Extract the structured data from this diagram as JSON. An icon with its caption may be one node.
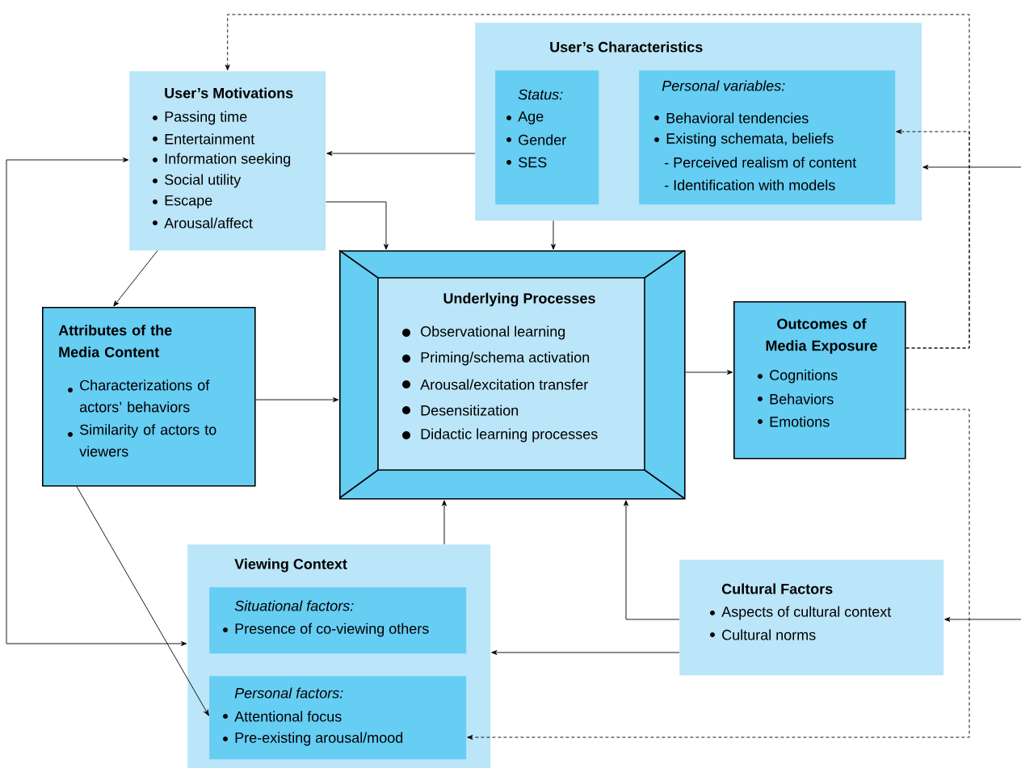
{
  "diagram": {
    "nodes": [
      {
        "text": [
          "User’s Motivations",
          "Passing time",
          "Entertainment",
          "Information seeking",
          "Social utility",
          "Escape",
          "Arousal/affect"
        ]
      },
      {
        "text": [
          "User’s Characteristics"
        ]
      },
      {
        "text": [
          "Status:",
          "Age",
          "Gender",
          "SES"
        ],
        "in": 1
      },
      {
        "text": [
          "Personal variables:",
          "Behavioral tendencies",
          "Existing schemata, beliefs",
          "- Perceived realism of content",
          "- Identification with models"
        ],
        "in": 1
      },
      {
        "text": [
          "Attributes of the Media Content",
          "Characterizations of actors’ behaviors",
          "Similarity of actors to viewers"
        ]
      },
      {
        "text": [
          "Underlying Processes",
          "Observational learning",
          "Priming/schema activation",
          "Arousal/excitation transfer",
          "Desensitization",
          "Didactic learning processes"
        ]
      },
      {
        "text": [
          "Outcomes of Media Exposure",
          "Cognitions",
          "Behaviors",
          "Emotions"
        ]
      },
      {
        "text": [
          "Viewing Context"
        ]
      },
      {
        "text": [
          "Situational factors:",
          "Presence of co-viewing others"
        ],
        "in": 7
      },
      {
        "text": [
          "Personal factors:",
          "Attentional focus",
          "Pre-existing arousal/mood"
        ],
        "in": 7
      },
      {
        "text": [
          "Cultural Factors",
          "Aspects of cultural context",
          "Cultural norms"
        ]
      }
    ],
    "edges": [
      {
        "from": 6,
        "to": 0,
        "arrow": "to",
        "style": "dashed"
      },
      {
        "from": 6,
        "to": 3,
        "arrow": "to",
        "style": "dashed"
      },
      {
        "from": 6,
        "to": 9,
        "arrow": "to",
        "style": "dashed"
      },
      {
        "from": null,
        "to": 1,
        "arrow": "to"
      },
      {
        "from": null,
        "to": 10,
        "arrow": "to"
      },
      {
        "from": 1,
        "to": 0,
        "arrow": "to"
      },
      {
        "from": 1,
        "to": 5,
        "arrow": "to"
      },
      {
        "from": 0,
        "to": 5,
        "arrow": "to"
      },
      {
        "from": 0,
        "to": 4,
        "arrow": "to"
      },
      {
        "from": 4,
        "to": 5,
        "arrow": "to"
      },
      {
        "from": 4,
        "to": 9,
        "arrow": "to"
      },
      {
        "from": 7,
        "to": 0,
        "arrow": "both"
      },
      {
        "from": 7,
        "to": 5,
        "arrow": "to"
      },
      {
        "from": 10,
        "to": 5,
        "arrow": "to"
      },
      {
        "from": 10,
        "to": 7,
        "arrow": "to"
      },
      {
        "from": 5,
        "to": 6,
        "arrow": "to"
      }
    ]
  }
}
